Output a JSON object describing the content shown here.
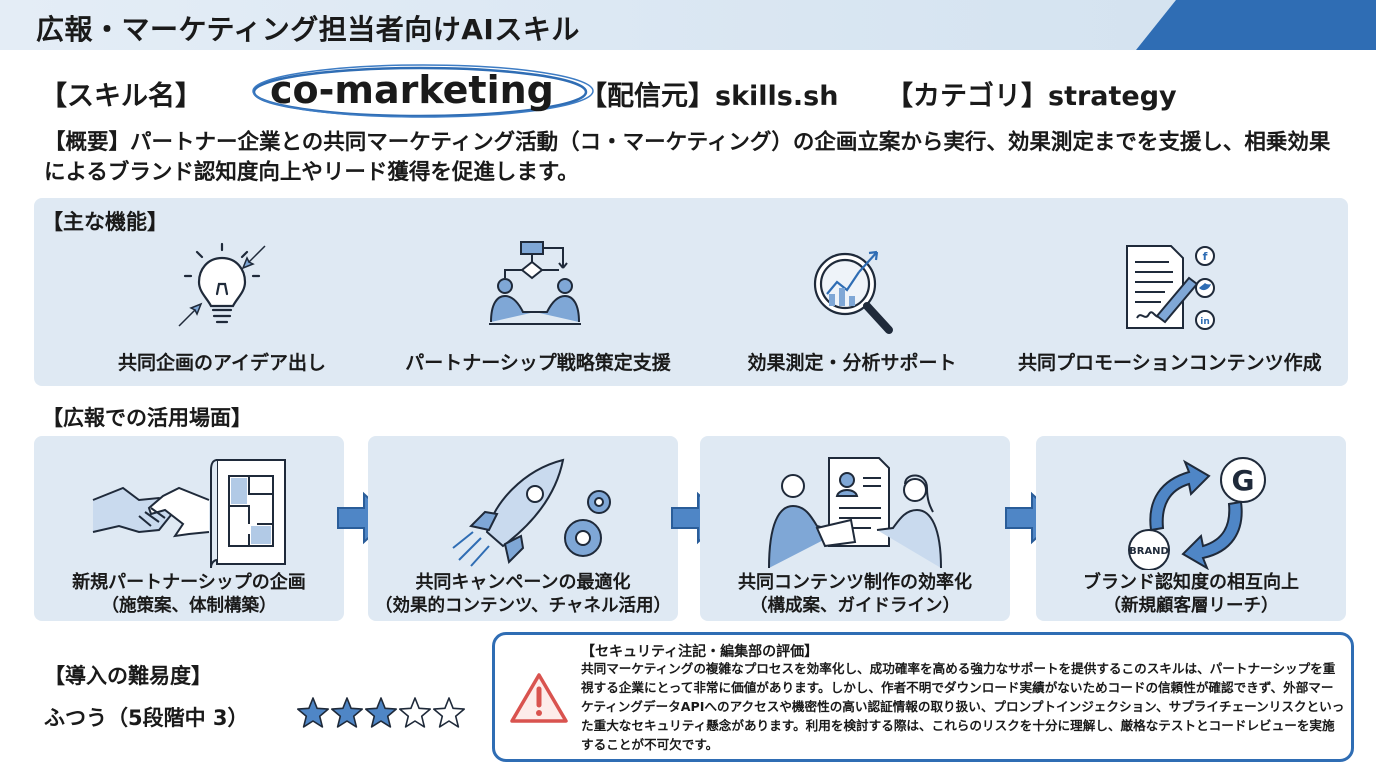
{
  "header": {
    "title": "広報・マーケティング担当者向けAIスキル",
    "accent_color": "#2f6db4"
  },
  "meta": {
    "skill_label": "【スキル名】",
    "skill_name": "co-marketing",
    "source_label": "【配信元】skills.sh",
    "category_label": "【カテゴリ】strategy"
  },
  "overview": {
    "text": "【概要】パートナー企業との共同マーケティング活動（コ・マーケティング）の企画立案から実行、効果測定までを支援し、相乗効果によるブランド認知度向上やリード獲得を促進します。"
  },
  "features": {
    "heading": "【主な機能】",
    "items": [
      {
        "label": "共同企画のアイデア出し",
        "icon": "lightbulb-icon"
      },
      {
        "label": "パートナーシップ戦略策定支援",
        "icon": "flowchart-handshake-icon"
      },
      {
        "label": "効果測定・分析サポート",
        "icon": "magnifier-chart-icon"
      },
      {
        "label": "共同プロモーションコンテンツ作成",
        "icon": "document-social-icon"
      }
    ]
  },
  "usecases": {
    "heading": "【広報での活用場面】",
    "items": [
      {
        "title": "新規パートナーシップの企画",
        "sub": "（施策案、体制構築）",
        "icon": "handshake-blueprint-icon"
      },
      {
        "title": "共同キャンペーンの最適化",
        "sub": "（効果的コンテンツ、チャネル活用）",
        "icon": "rocket-gears-icon"
      },
      {
        "title": "共同コンテンツ制作の効率化",
        "sub": "（構成案、ガイドライン）",
        "icon": "people-document-icon"
      },
      {
        "title": "ブランド認知度の相互向上",
        "sub": "（新規顧客層リーチ）",
        "icon": "brand-cycle-icon"
      }
    ],
    "brand_badge": "BRAND",
    "google_badge": "G"
  },
  "difficulty": {
    "heading": "【導入の難易度】",
    "text": "ふつう（5段階中 3）",
    "rating": 3,
    "max": 5
  },
  "security": {
    "title": "【セキュリティ注記・編集部の評価】",
    "body": "共同マーケティングの複雑なプロセスを効率化し、成功確率を高める強力なサポートを提供するこのスキルは、パートナーシップを重視する企業にとって非常に価値があります。しかし、作者不明でダウンロード実績がないためコードの信頼性が確認できず、外部マーケティングデータAPIへのアクセスや機密性の高い認証情報の取り扱い、プロンプトインジェクション、サプライチェーンリスクといった重大なセキュリティ懸念があります。利用を検討する際は、これらのリスクを十分に理解し、厳格なテストとコードレビューを実施することが不可欠です。",
    "icon": "warning-icon"
  }
}
